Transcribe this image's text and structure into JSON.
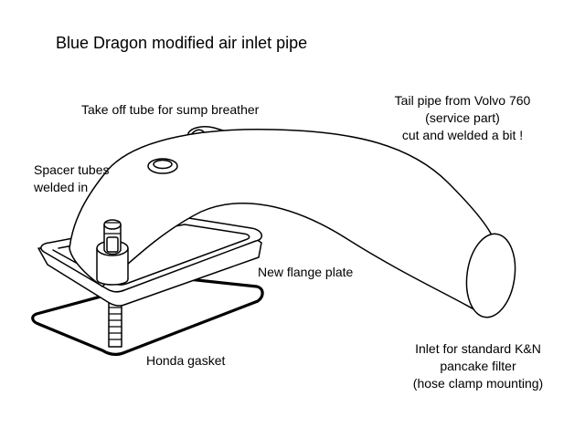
{
  "title": "Blue Dragon modified air inlet pipe",
  "labels": {
    "take_off_tube": "Take off tube for sump breather",
    "tail_pipe": [
      "Tail pipe from Volvo 760",
      "(service part)",
      "cut and welded a bit !"
    ],
    "spacer_tubes": [
      "Spacer tubes",
      "welded in"
    ],
    "flange_plate": "New flange plate",
    "honda_gasket": "Honda gasket",
    "inlet": [
      "Inlet for standard K&N",
      "pancake filter",
      "(hose clamp mounting)"
    ]
  },
  "colors": {
    "line": "#000000",
    "fill": "#ffffff"
  }
}
